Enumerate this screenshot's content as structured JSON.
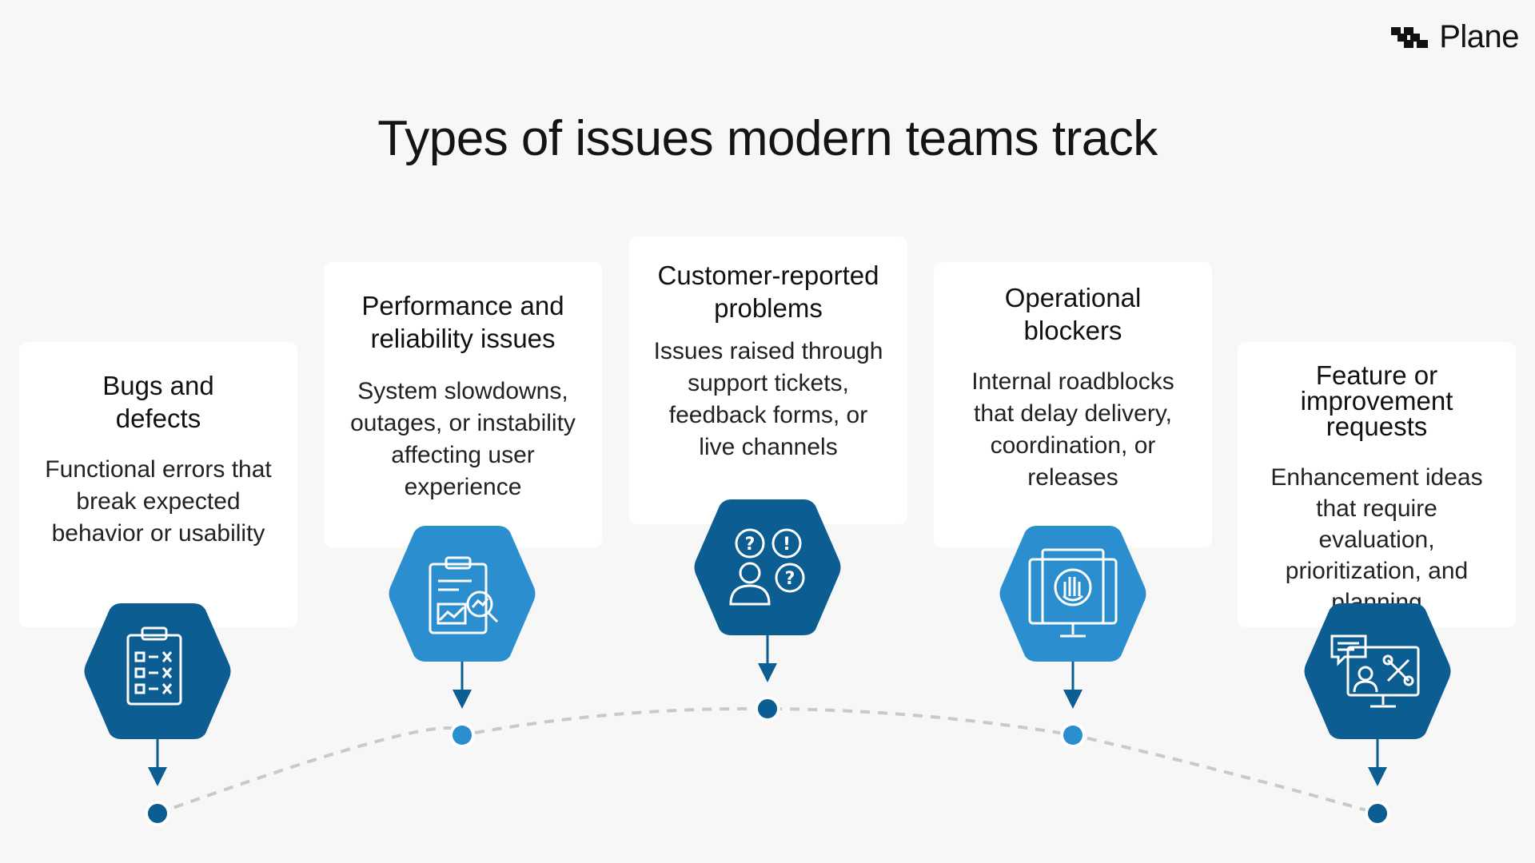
{
  "brand": {
    "name": "Plane"
  },
  "title": "Types of issues modern teams track",
  "colors": {
    "dark_blue": "#0b5d92",
    "light_blue": "#2b8fcf",
    "dot_dark": "#0b5d92",
    "dot_light": "#2b8fcf",
    "dash": "#c9c9c9"
  },
  "cards": [
    {
      "title": "Bugs and defects",
      "description": "Functional errors that break expected behavior or usability",
      "icon": "checklist-clipboard-icon",
      "tone": "dark"
    },
    {
      "title": "Performance and reliability issues",
      "description": "System slowdowns, outages, or instability affecting user experience",
      "icon": "report-magnifier-icon",
      "tone": "light"
    },
    {
      "title": "Customer-reported problems",
      "description": "Issues raised through support tickets, feedback forms, or live channels",
      "icon": "user-questions-icon",
      "tone": "dark"
    },
    {
      "title": "Operational blockers",
      "description": "Internal roadblocks that delay delivery, coordination, or releases",
      "icon": "monitor-stop-hand-icon",
      "tone": "light"
    },
    {
      "title": "Feature or improvement requests",
      "description": "Enhancement ideas that require evaluation, prioritization, and planning",
      "icon": "monitor-tools-chat-icon",
      "tone": "dark"
    }
  ]
}
